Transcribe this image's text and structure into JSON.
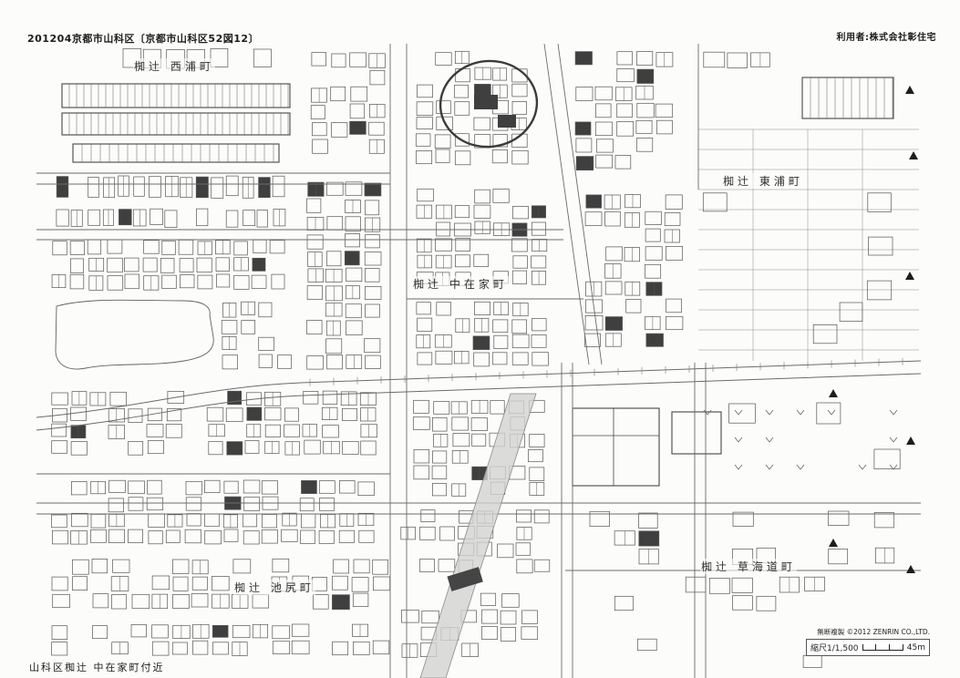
{
  "page": {
    "header_left": "201204京都市山科区〔京都市山科区52図12〕",
    "header_right": "利用者:株式会社彰住宅",
    "footer_left": "山科区椥辻 中在家町付近"
  },
  "scale": {
    "label": "縮尺1/1,500",
    "distance": "45m"
  },
  "copyright": "無断複製 ©2012 ZENRIN CO.,LTD.",
  "map": {
    "district_labels": [
      {
        "text": "椥辻 西浦町"
      },
      {
        "text": "椥辻 東浦町"
      },
      {
        "text": "椥辻 中在家町"
      },
      {
        "text": "椥辻 池尻町"
      },
      {
        "text": "椥辻 草海道町"
      }
    ],
    "annotations": [
      {
        "type": "highlight-circle"
      }
    ],
    "colors": {
      "line": "#565656",
      "road": "#6b6b6b",
      "band": "#d2d2d2",
      "paper": "#fcfcfa",
      "ink": "#1d1d1d"
    }
  }
}
